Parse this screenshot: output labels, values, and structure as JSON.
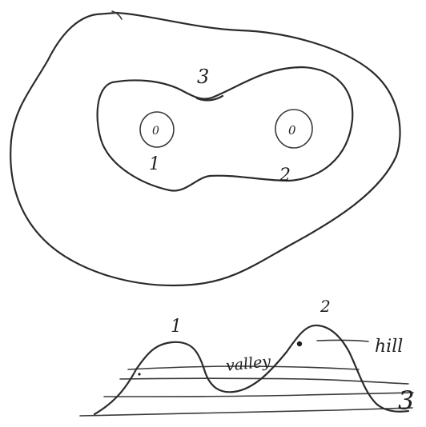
{
  "contour_map": {
    "peak_labels": [
      "1",
      "2"
    ],
    "saddle_label": "3",
    "summit_labels": [
      "0",
      "0"
    ]
  },
  "profile": {
    "peak_labels": [
      "1",
      "2"
    ],
    "valley_label": "valley",
    "hill_label": "hill",
    "level_label": "3"
  }
}
